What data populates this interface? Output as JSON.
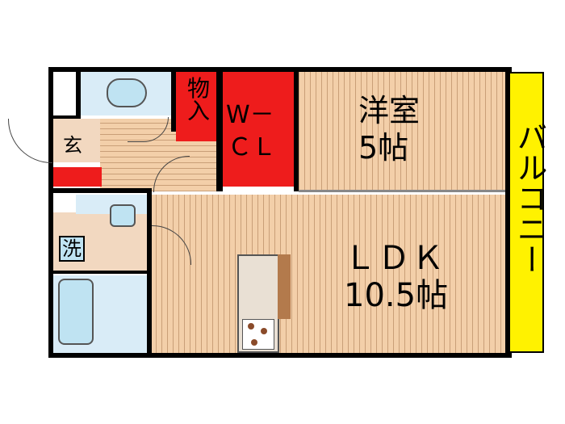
{
  "rooms": {
    "storage": "物入",
    "wic_line1": "W－",
    "wic_line2": "ＣＬ",
    "western_line1": "洋室",
    "western_line2": "5帖",
    "ldk_line1": "ＬＤＫ",
    "ldk_line2": "10.5帖",
    "balcony": "バルコニー",
    "entrance": "玄",
    "washroom": "洗"
  },
  "colors": {
    "floor": "#f3cfa9",
    "closet": "#ee1c1c",
    "balcony": "#fff200",
    "fixture": "#bfe3f2"
  }
}
